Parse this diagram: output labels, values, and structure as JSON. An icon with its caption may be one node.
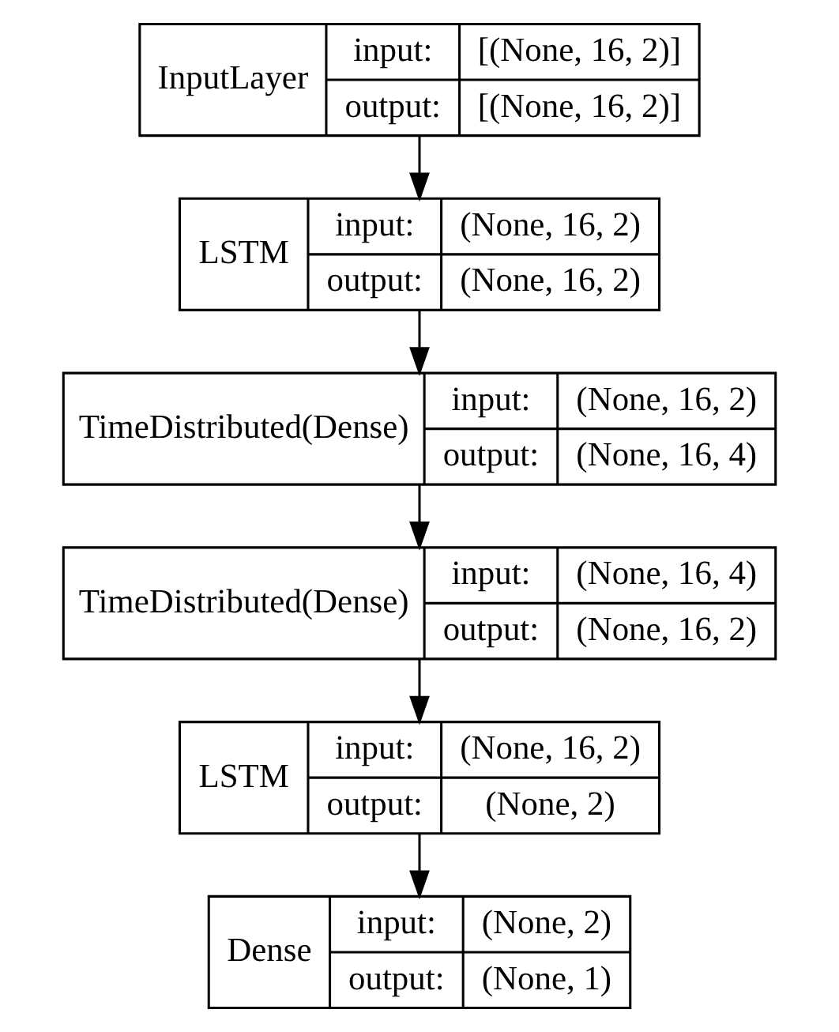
{
  "diagram": {
    "nodes": [
      {
        "text": [
          "InputLayer",
          "input:",
          "[(None, 16, 2)]",
          "output:",
          "[(None, 16, 2)]"
        ]
      },
      {
        "text": [
          "LSTM",
          "input:",
          "(None, 16, 2)",
          "output:",
          "(None, 16, 2)"
        ]
      },
      {
        "text": [
          "TimeDistributed(Dense)",
          "input:",
          "(None, 16, 2)",
          "output:",
          "(None, 16, 4)"
        ]
      },
      {
        "text": [
          "TimeDistributed(Dense)",
          "input:",
          "(None, 16, 4)",
          "output:",
          "(None, 16, 2)"
        ]
      },
      {
        "text": [
          "LSTM",
          "input:",
          "(None, 16, 2)",
          "output:",
          "(None, 2)"
        ]
      },
      {
        "text": [
          "Dense",
          "input:",
          "(None, 2)",
          "output:",
          "(None, 1)"
        ]
      }
    ],
    "edges": [
      {
        "from": 0,
        "to": 1,
        "arrow": "to"
      },
      {
        "from": 1,
        "to": 2,
        "arrow": "to"
      },
      {
        "from": 2,
        "to": 3,
        "arrow": "to"
      },
      {
        "from": 3,
        "to": 4,
        "arrow": "to"
      },
      {
        "from": 4,
        "to": 5,
        "arrow": "to"
      }
    ]
  }
}
